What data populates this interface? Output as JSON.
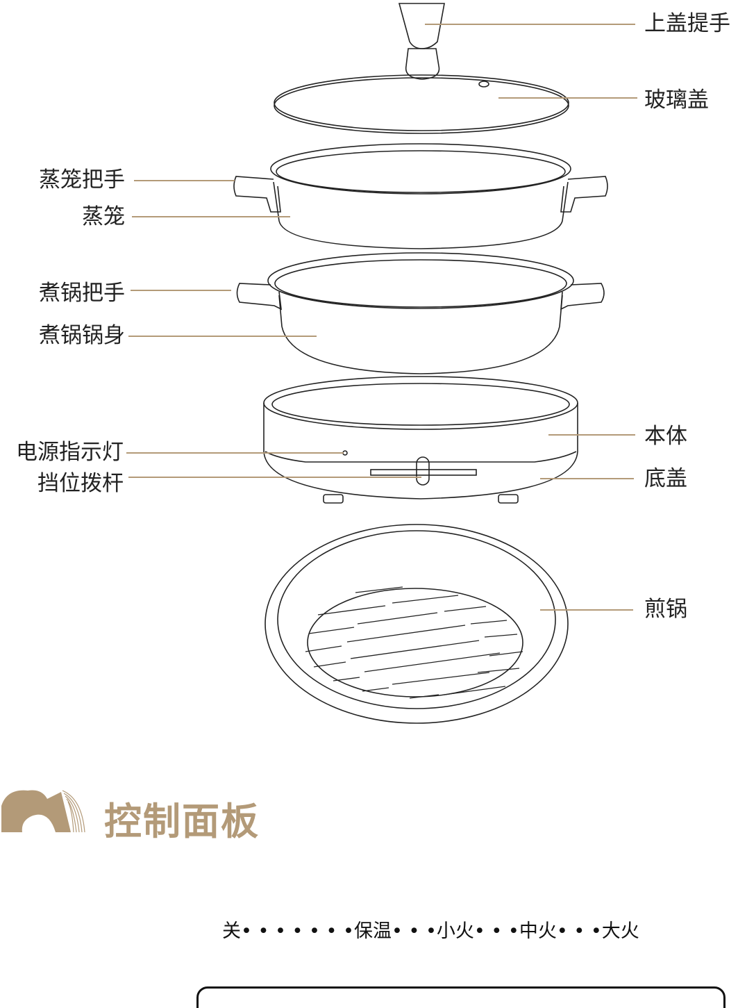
{
  "parts": {
    "lid_handle": "上盖提手",
    "glass_lid": "玻璃盖",
    "steamer_handle": "蒸笼把手",
    "steamer": "蒸笼",
    "pot_handle": "煮锅把手",
    "pot_body": "煮锅锅身",
    "power_indicator": "电源指示灯",
    "gear_lever": "挡位拨杆",
    "main_body": "本体",
    "bottom_cover": "底盖",
    "frying_pan": "煎锅"
  },
  "section": {
    "title": "控制面板"
  },
  "control_panel": {
    "scale": "关• • • • • • •保温• • •小火• • •中火• • •大火"
  },
  "colors": {
    "accent": "#b39a78",
    "line": "#222222"
  }
}
